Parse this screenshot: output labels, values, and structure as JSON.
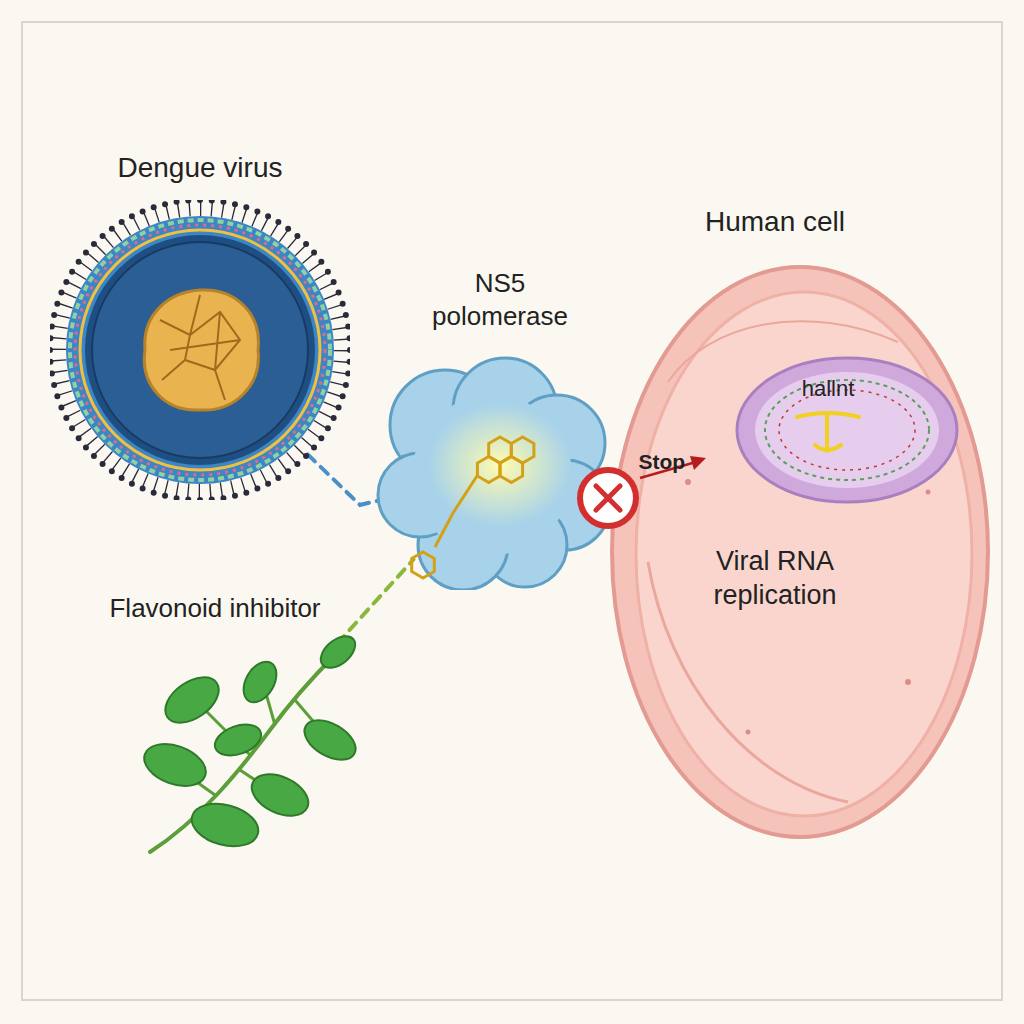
{
  "diagram": {
    "nodes": [
      {
        "text": [
          "Dengue virus"
        ]
      },
      {
        "text": [
          "Human cell",
          "Viral RNA replication"
        ]
      },
      {
        "text": [
          "hallnt"
        ],
        "in": 1
      },
      {
        "text": [
          "NS5 polomerase"
        ]
      },
      {
        "text": [
          "Flavonoid inhibitor"
        ]
      }
    ],
    "edges": [
      {
        "from": 0,
        "to": 3,
        "arrow": "none"
      },
      {
        "from": 4,
        "to": 3,
        "arrow": "none"
      },
      {
        "from": 3,
        "to": 1,
        "label": "Stop",
        "arrow": "none"
      }
    ]
  }
}
